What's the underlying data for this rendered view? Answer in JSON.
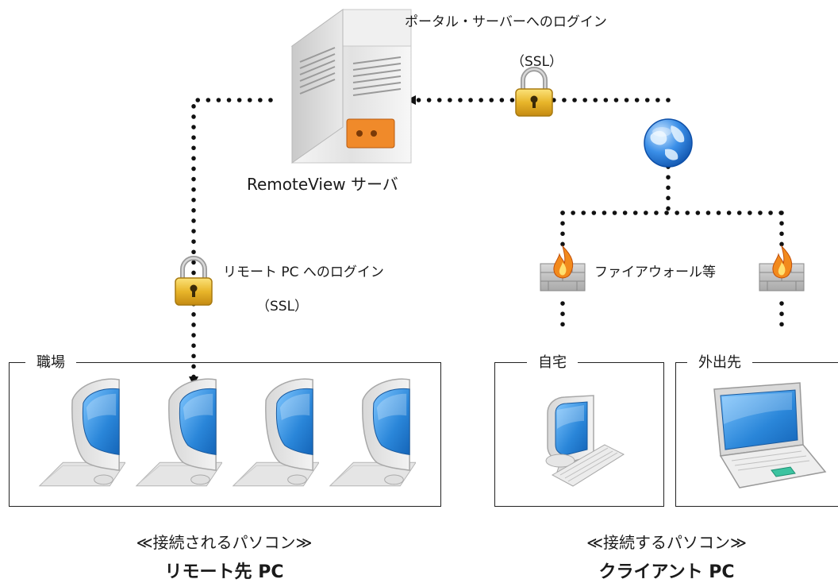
{
  "server": {
    "label": "RemoteView サーバ",
    "icon": "server-tower-icon"
  },
  "connections": {
    "portal_login": {
      "line1": "ポータル・サーバーへのログイン",
      "line2": "（SSL）"
    },
    "remote_login": {
      "line1": "リモート PC へのログイン",
      "line2": "（SSL）"
    },
    "firewall_label": "ファイアウォール等"
  },
  "groups": {
    "office": {
      "title": "職場",
      "pc_count": 4
    },
    "home": {
      "title": "自宅"
    },
    "outside": {
      "title": "外出先"
    }
  },
  "captions": {
    "remote": {
      "sub": "≪接続されるパソコン≫",
      "main": "リモート先 PC"
    },
    "client": {
      "sub": "≪接続するパソコン≫",
      "main": "クライアント PC"
    }
  },
  "icons": [
    "lock-icon",
    "globe-icon",
    "firewall-icon",
    "desktop-pc-icon",
    "laptop-icon"
  ],
  "colors": {
    "lock_gold": "#e8b52a",
    "screen_blue": "#2a86d9",
    "flame_orange": "#f28a1c",
    "globe_blue": "#2f7fe0"
  }
}
